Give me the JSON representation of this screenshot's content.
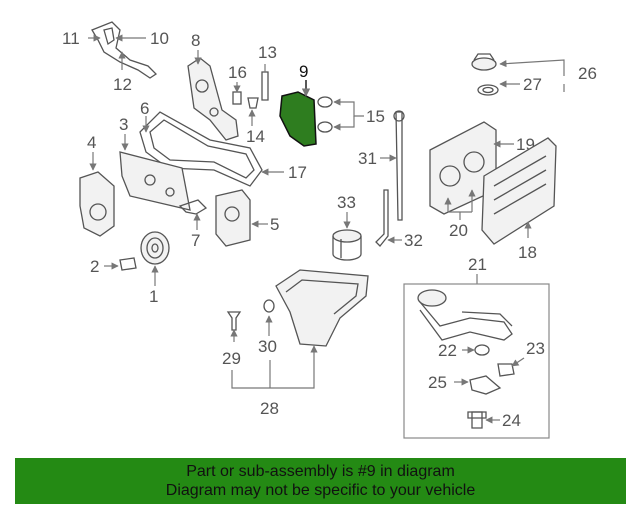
{
  "diagram": {
    "callouts": [
      "1",
      "2",
      "3",
      "4",
      "5",
      "6",
      "7",
      "8",
      "9",
      "10",
      "11",
      "12",
      "13",
      "14",
      "15",
      "16",
      "17",
      "18",
      "19",
      "20",
      "21",
      "22",
      "23",
      "24",
      "25",
      "26",
      "27",
      "28",
      "29",
      "30",
      "31",
      "32",
      "33"
    ],
    "highlighted_part": "9",
    "highlight_color": "#2e7d1f",
    "line_color": "#555555"
  },
  "banner": {
    "line1": "Part or sub-assembly is #9 in diagram",
    "line2": "Diagram may not be specific to your vehicle",
    "background": "#248a14"
  }
}
